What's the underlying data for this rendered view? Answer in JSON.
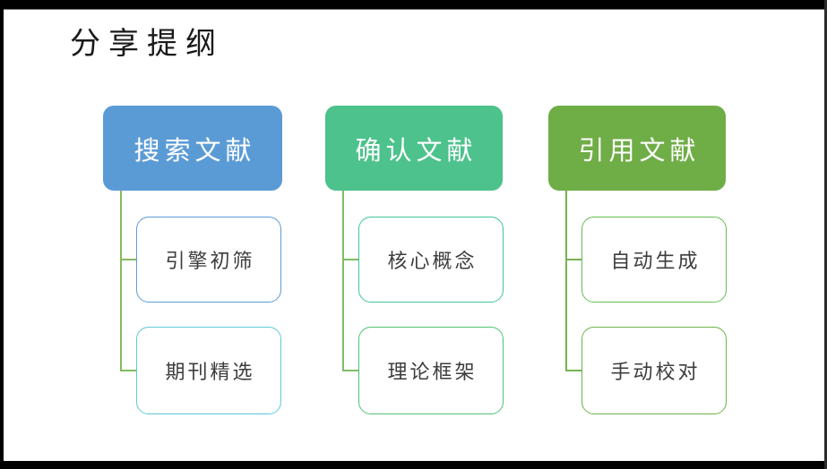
{
  "slide": {
    "title": "分享提纲"
  },
  "colors": {
    "title_text": "#1a1a1a",
    "parent_text": "#ffffff",
    "child_text": "#3d3d3d",
    "frame": "#000000"
  },
  "diagram": {
    "type": "hierarchy-outline",
    "columns": [
      {
        "parent": {
          "label": "搜索文献",
          "fill": "#5B9BD5"
        },
        "connector_color": "#85BA60",
        "children": [
          {
            "label": "引擎初筛",
            "border_color": "#5B9BD5"
          },
          {
            "label": "期刊精选",
            "border_color": "#5EC8D6"
          }
        ]
      },
      {
        "parent": {
          "label": "确认文献",
          "fill": "#4DC28C"
        },
        "connector_color": "#7EBD66",
        "children": [
          {
            "label": "核心概念",
            "border_color": "#41C49A"
          },
          {
            "label": "理论框架",
            "border_color": "#4FC273"
          }
        ]
      },
      {
        "parent": {
          "label": "引用文献",
          "fill": "#6FAD47"
        },
        "connector_color": "#78B152",
        "children": [
          {
            "label": "自动生成",
            "border_color": "#64BE50"
          },
          {
            "label": "手动校对",
            "border_color": "#6CB447"
          }
        ]
      }
    ]
  }
}
